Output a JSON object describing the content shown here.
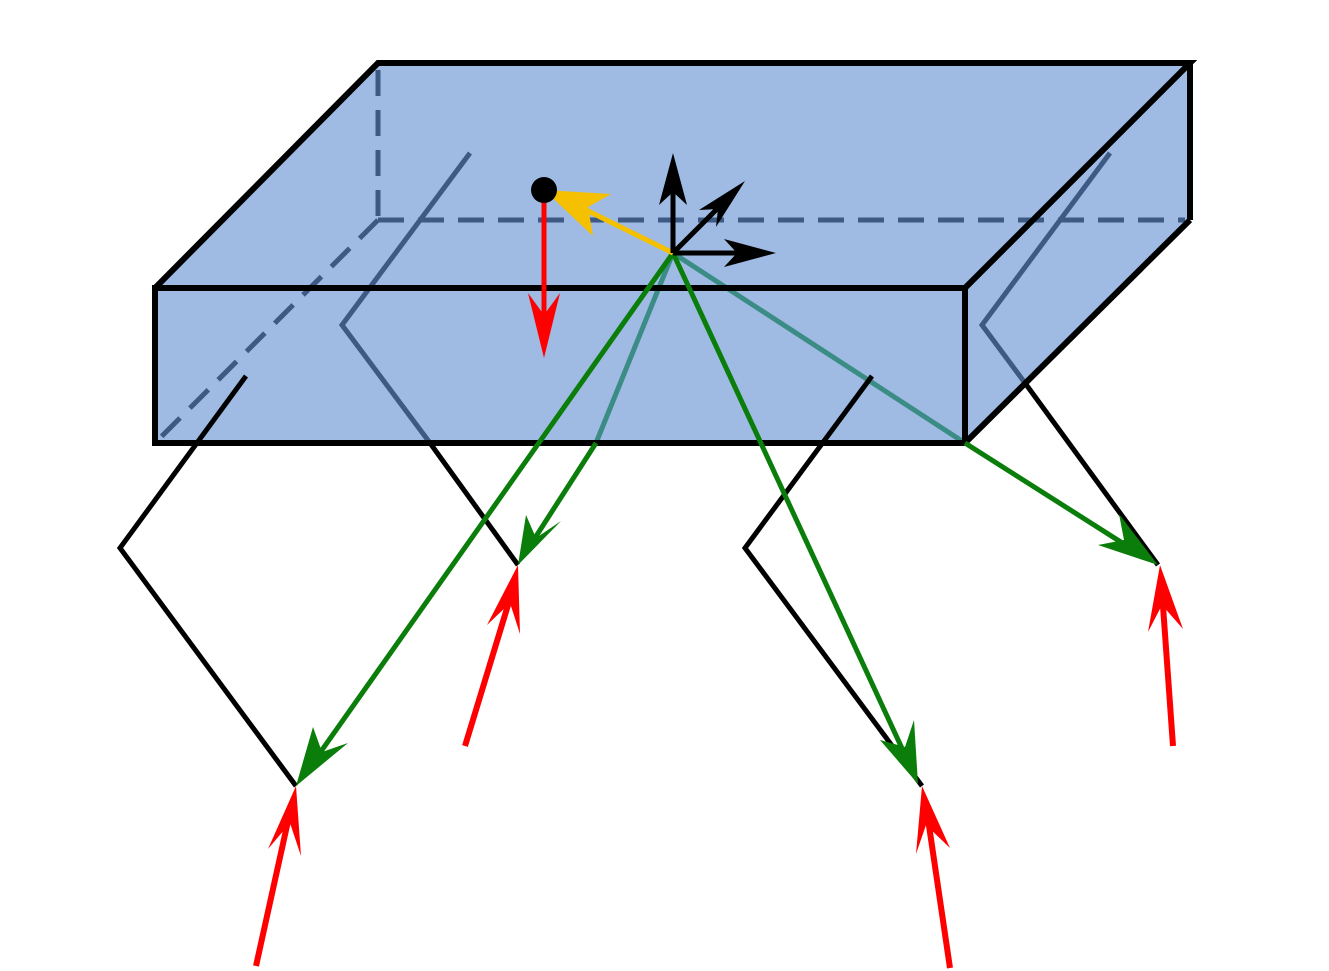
{
  "colors": {
    "background": "#ffffff",
    "slab_fill": "#9fbbe3",
    "slab_edge": "#000000",
    "hidden_edge": "#3d5a85",
    "leg_hidden": "#3d5a85",
    "leg_visible": "#000000",
    "force_ground": "#ff0000",
    "force_transmitted": "#0a7d0a",
    "force_transmitted_inside": "#3a8c84",
    "moment_arm": "#f5c000",
    "gravity": "#ff0000",
    "axes": "#000000",
    "center_of_mass": "#000000"
  },
  "icons": {
    "slab": "rectangular-box",
    "legs": "zigzag-leg",
    "forces": "arrow",
    "axes": "coordinate-frame-arrows",
    "com": "filled-dot"
  }
}
